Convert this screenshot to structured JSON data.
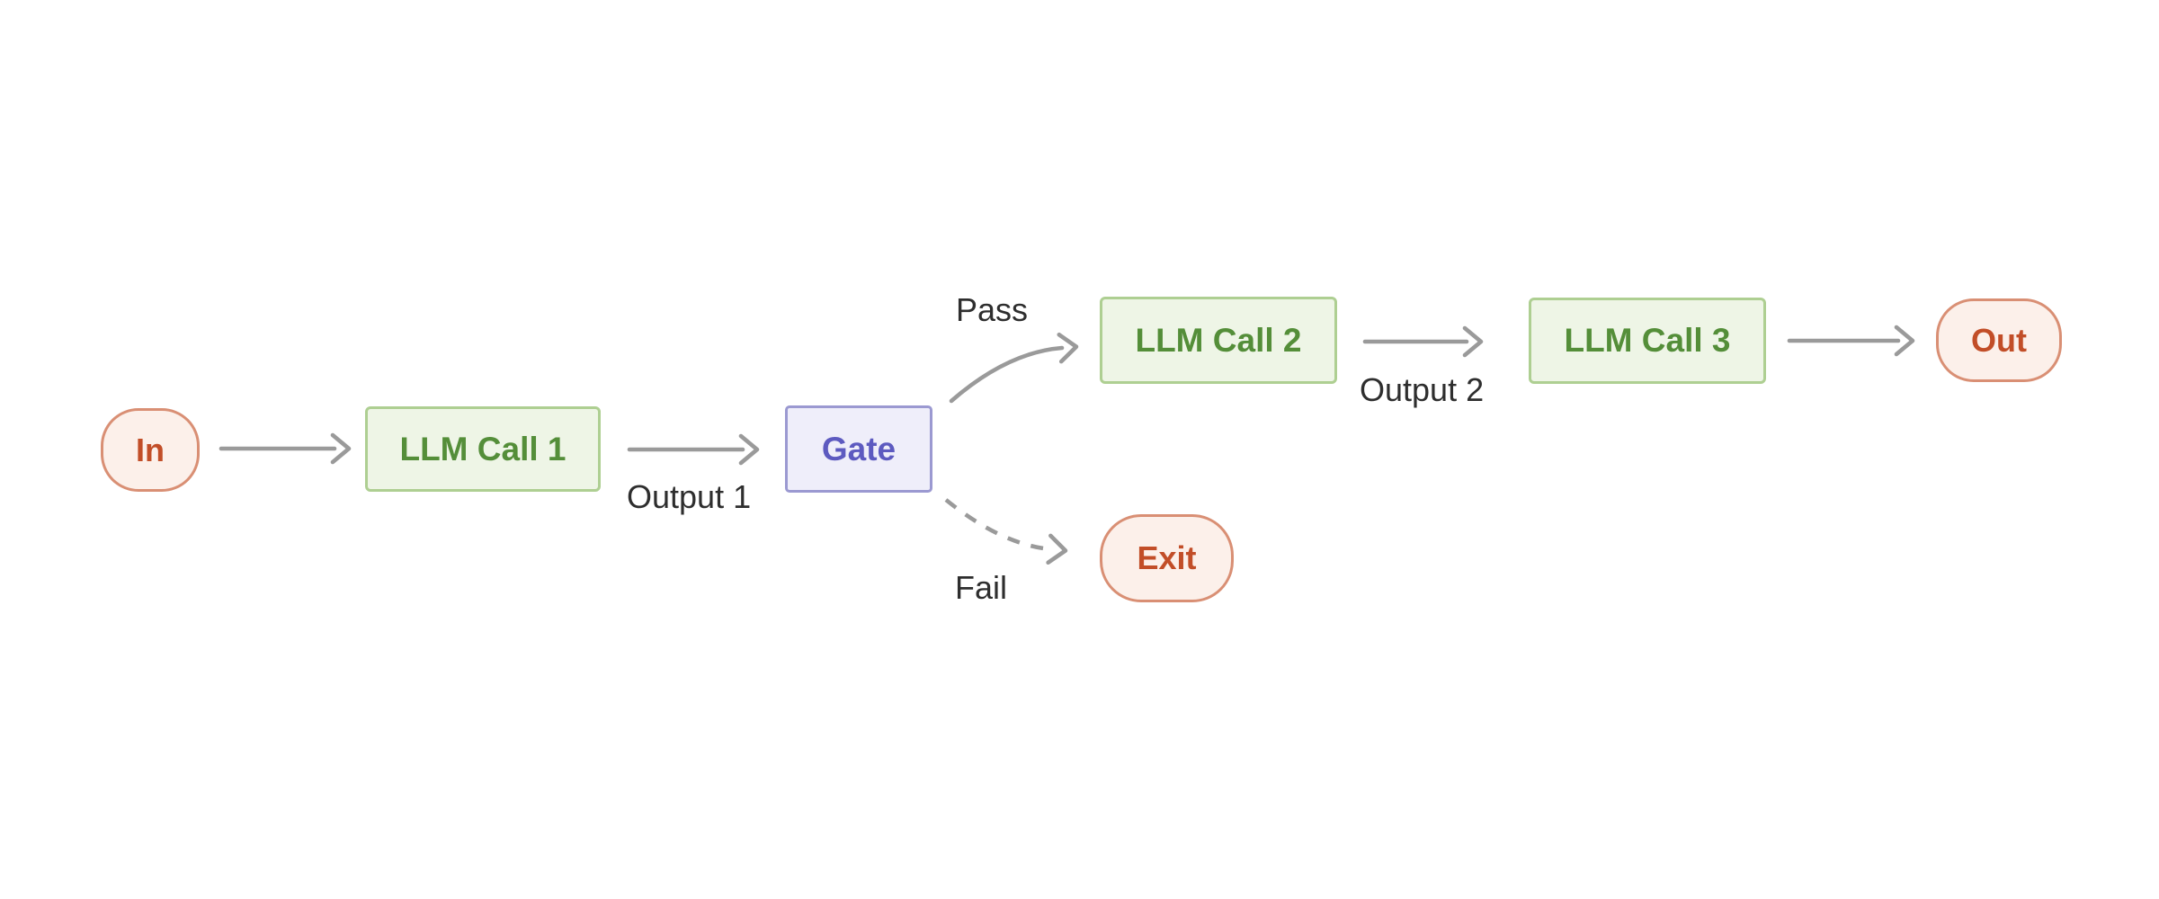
{
  "diagram": {
    "type": "workflow-flowchart",
    "nodes": [
      {
        "id": "in",
        "label": "In",
        "shape": "pill",
        "role": "input-terminal"
      },
      {
        "id": "llm-call-1",
        "label": "LLM Call 1",
        "shape": "rectangle",
        "role": "process"
      },
      {
        "id": "gate",
        "label": "Gate",
        "shape": "rectangle",
        "role": "decision"
      },
      {
        "id": "llm-call-2",
        "label": "LLM Call 2",
        "shape": "rectangle",
        "role": "process"
      },
      {
        "id": "llm-call-3",
        "label": "LLM Call 3",
        "shape": "rectangle",
        "role": "process"
      },
      {
        "id": "out",
        "label": "Out",
        "shape": "pill",
        "role": "output-terminal"
      },
      {
        "id": "exit",
        "label": "Exit",
        "shape": "pill",
        "role": "exit-terminal"
      }
    ],
    "edges": [
      {
        "from": "in",
        "to": "llm-call-1",
        "label": "",
        "style": "solid"
      },
      {
        "from": "llm-call-1",
        "to": "gate",
        "label": "Output 1",
        "style": "solid"
      },
      {
        "from": "gate",
        "to": "llm-call-2",
        "label": "Pass",
        "style": "solid-curved"
      },
      {
        "from": "gate",
        "to": "exit",
        "label": "Fail",
        "style": "dashed-curved"
      },
      {
        "from": "llm-call-2",
        "to": "llm-call-3",
        "label": "Output 2",
        "style": "solid"
      },
      {
        "from": "llm-call-3",
        "to": "out",
        "label": "",
        "style": "solid"
      }
    ],
    "colors": {
      "background": "#ffffff",
      "arrow": "#9a9a9a",
      "label_text": "#2e2e2e",
      "process_fill": "#eef5e6",
      "process_border": "#aecf92",
      "process_text": "#548e39",
      "gate_fill": "#efeefa",
      "gate_border": "#9b99d1",
      "gate_text": "#5d5ac0",
      "terminal_fill": "#fcf0ea",
      "terminal_border": "#d98f74",
      "terminal_text": "#c24e28"
    }
  }
}
